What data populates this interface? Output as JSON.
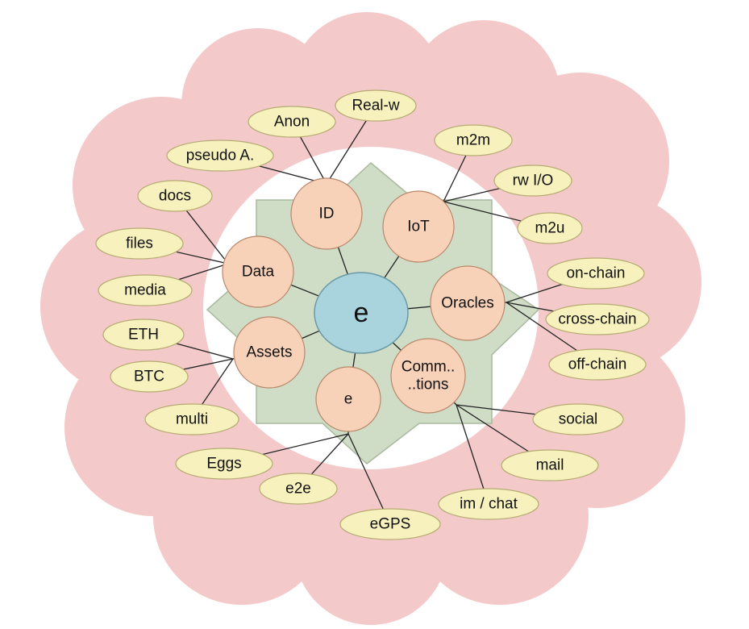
{
  "diagram": {
    "colors": {
      "outer_cloud": "#f4c9c9",
      "outer_cloud_stroke": "#c79a9a",
      "inner_circle": "#ffffff",
      "star": "#cfdcc6",
      "star_stroke": "#a9b99e",
      "category": "#f8d2b8",
      "category_stroke": "#b9876a",
      "core": "#a9d4dd",
      "core_stroke": "#6b9aa6",
      "leaf": "#f7f1bd",
      "leaf_stroke": "#b6ac72"
    },
    "core": {
      "label": "e"
    },
    "categories": [
      {
        "id": "id",
        "label": "ID",
        "leaves": [
          "Anon",
          "Real-w",
          "pseudo A."
        ]
      },
      {
        "id": "iot",
        "label": "IoT",
        "leaves": [
          "m2m",
          "rw I/O",
          "m2u"
        ]
      },
      {
        "id": "data",
        "label": "Data",
        "leaves": [
          "docs",
          "files",
          "media"
        ]
      },
      {
        "id": "oracles",
        "label": "Oracles",
        "leaves": [
          "on-chain",
          "cross-chain",
          "off-chain"
        ]
      },
      {
        "id": "assets",
        "label": "Assets",
        "leaves": [
          "ETH",
          "BTC",
          "multi"
        ]
      },
      {
        "id": "e",
        "label": "e",
        "leaves": [
          "Eggs",
          "e2e",
          "eGPS"
        ]
      },
      {
        "id": "comms",
        "label": "Comm..",
        "label2": "..tions",
        "leaves": [
          "social",
          "mail",
          "im / chat"
        ]
      }
    ]
  }
}
